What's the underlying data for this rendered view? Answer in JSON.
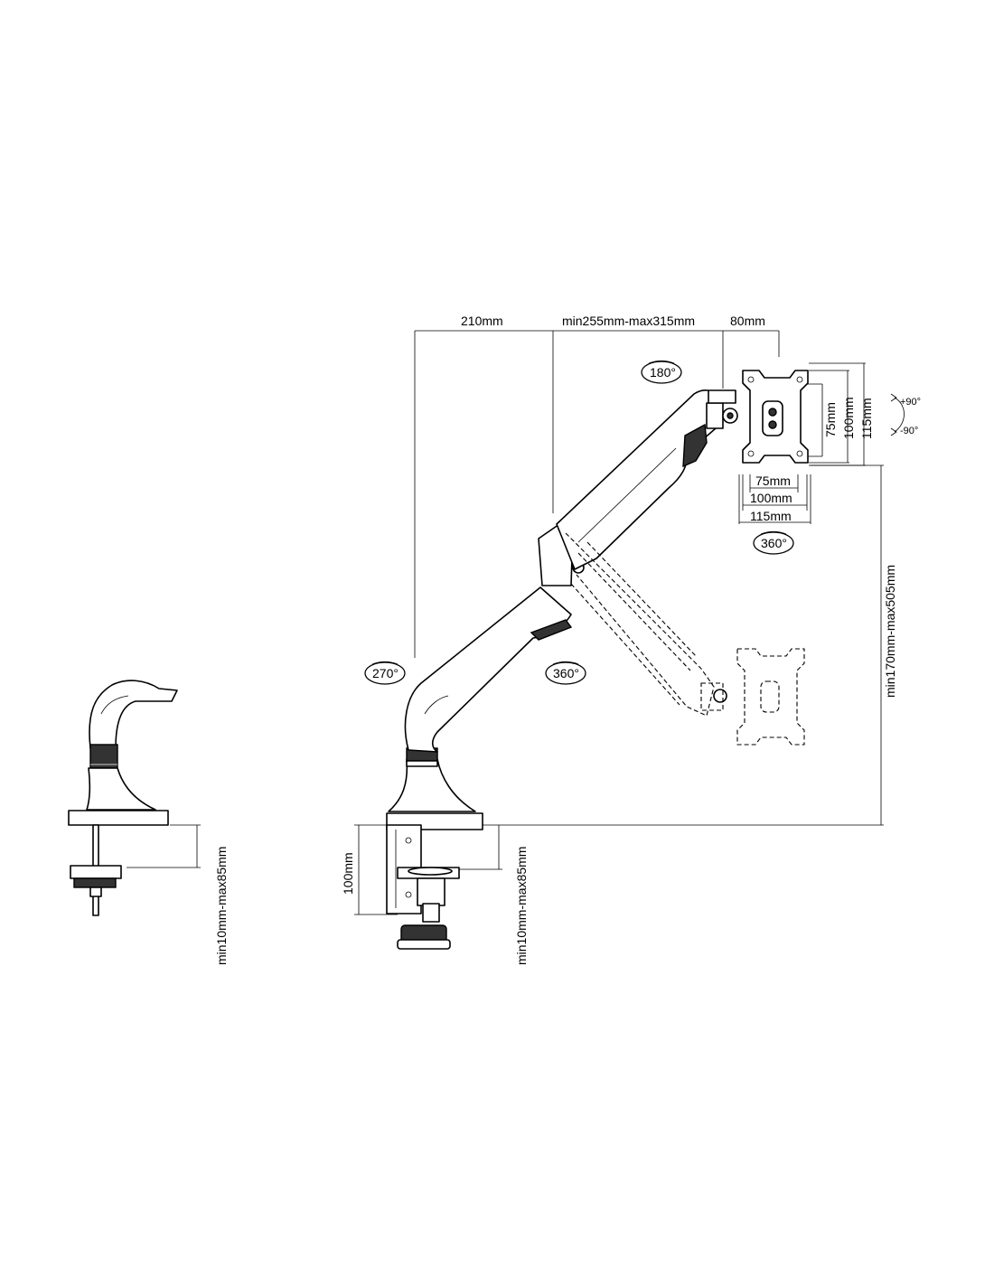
{
  "dimensions": {
    "top_reach": "210mm",
    "top_extension": "min255mm-max315mm",
    "top_offset": "80mm",
    "vesa_h_small": "75mm",
    "vesa_h_mid": "100mm",
    "vesa_h_large": "115mm",
    "vesa_v_small": "75mm",
    "vesa_v_mid": "100mm",
    "vesa_v_large": "115mm",
    "height_range": "min170mm-max505mm",
    "clamp_height": "100mm",
    "desk_thickness_main": "min10mm-max85mm",
    "desk_thickness_side": "min10mm-max85mm"
  },
  "rotations": {
    "head_swivel": "180°",
    "panel_rotate": "360°",
    "arm_swivel": "360°",
    "base_swivel": "270°",
    "tilt_up": "+90°",
    "tilt_down": "-90°"
  }
}
